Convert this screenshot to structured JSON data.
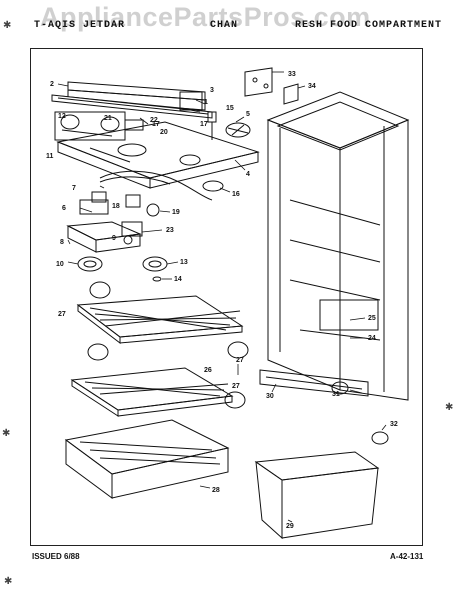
{
  "watermark": "AppliancePartsPros.com",
  "header": {
    "left": "T-AQIS JETDAR",
    "middle": "CHAN",
    "right": "RESH FOOD COMPARTMENT"
  },
  "callouts": [
    "1",
    "2",
    "3",
    "4",
    "5",
    "6",
    "7",
    "8",
    "9",
    "10",
    "11",
    "12",
    "13",
    "14",
    "15",
    "16",
    "17",
    "18",
    "19",
    "20",
    "21",
    "22",
    "23",
    "24",
    "25",
    "26",
    "27",
    "28",
    "29",
    "30",
    "31",
    "32",
    "33",
    "34"
  ],
  "callout_27_extra": "27",
  "callout_27_third": "27",
  "callout_17_extra": "17",
  "footer": {
    "issued": "ISSUED 6/88",
    "code": "A-42-131"
  }
}
